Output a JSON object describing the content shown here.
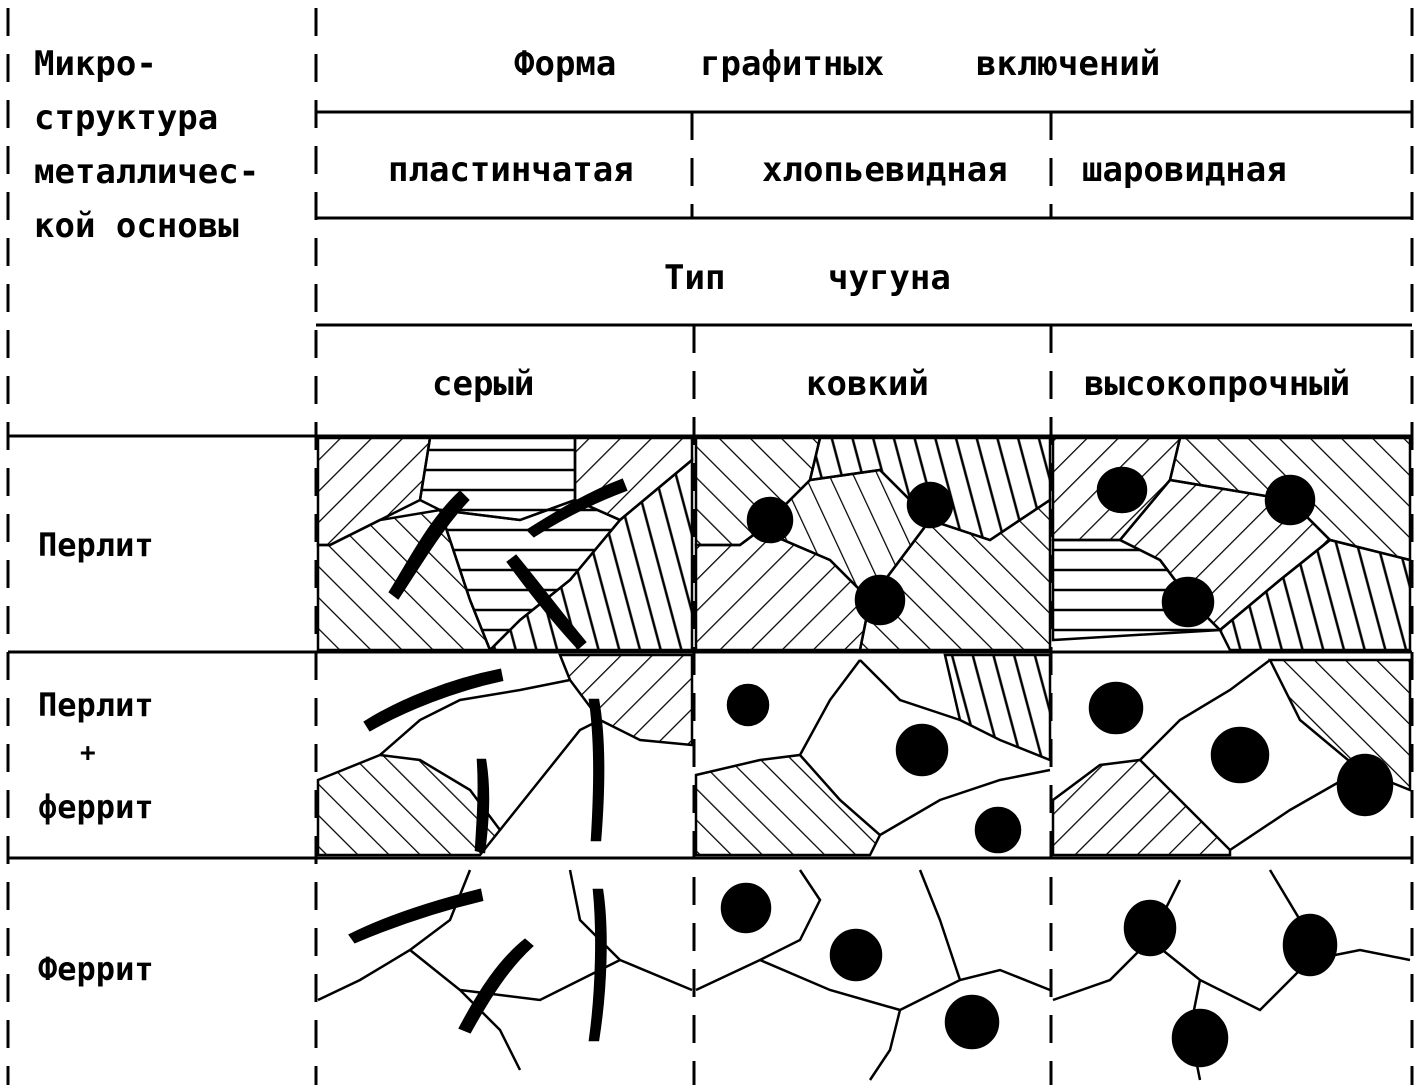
{
  "header": {
    "microstructure_label": [
      "Микро-",
      "структура",
      "металличес-",
      "кой основы"
    ],
    "graphite_form_title": [
      "Форма",
      "графитных",
      "включений"
    ],
    "graphite_forms": [
      "пластинчатая",
      "хлопьевидная",
      "шаровидная"
    ],
    "iron_type_title": [
      "Тип",
      "чугуна"
    ],
    "iron_types": [
      "серый",
      "ковкий",
      "высокопрочный"
    ]
  },
  "rows": [
    {
      "label": [
        "Перлит"
      ]
    },
    {
      "label": [
        "Перлит",
        "+",
        "феррит"
      ]
    },
    {
      "label": [
        "Феррит"
      ]
    }
  ]
}
